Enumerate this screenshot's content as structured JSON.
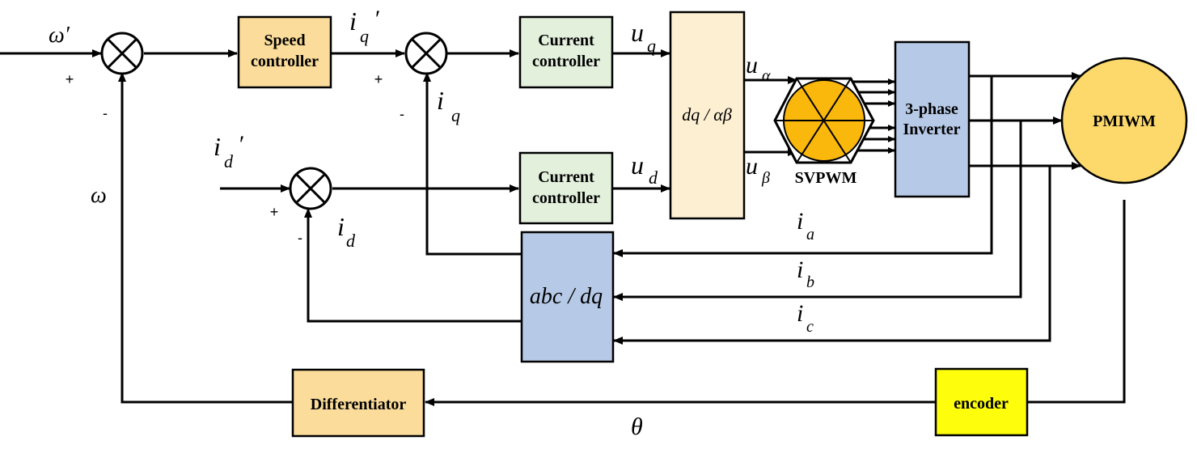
{
  "blocks": {
    "speed_controller": [
      "Speed",
      "controller"
    ],
    "current_controller_q": [
      "Current",
      "controller"
    ],
    "current_controller_d": [
      "Current",
      "controller"
    ],
    "dq_ab": "dq / αβ",
    "svpwm": "SVPWM",
    "inverter": [
      "3-phase",
      "Inverter"
    ],
    "motor": "PMIWM",
    "abc_dq": "abc / dq",
    "differentiator": "Differentiator",
    "encoder": "encoder"
  },
  "signals": {
    "omega_ref": "ω′",
    "omega": "ω",
    "theta": "θ",
    "iq_ref": {
      "base": "i",
      "sub": "q",
      "prime": "′"
    },
    "id_ref": {
      "base": "i",
      "sub": "d",
      "prime": "′"
    },
    "iq": {
      "base": "i",
      "sub": "q"
    },
    "id": {
      "base": "i",
      "sub": "d"
    },
    "uq": {
      "base": "u",
      "sub": "q"
    },
    "ud": {
      "base": "u",
      "sub": "d"
    },
    "ualpha": {
      "base": "u",
      "sub": "α"
    },
    "ubeta": {
      "base": "u",
      "sub": "β"
    },
    "ia": {
      "base": "i",
      "sub": "a"
    },
    "ib": {
      "base": "i",
      "sub": "b"
    },
    "ic": {
      "base": "i",
      "sub": "c"
    }
  },
  "signs": {
    "plus": "+",
    "minus": "-"
  },
  "colors": {
    "controller_fill": "#fbdc9a",
    "current_ctrl_fill": "#e3f0dc",
    "transform_fill": "#fdf0d2",
    "inverter_fill": "#b6c9e6",
    "motor_fill": "#fcd96a",
    "svpwm_fill": "#fbb80c",
    "encoder_fill": "#fdfd0c"
  }
}
